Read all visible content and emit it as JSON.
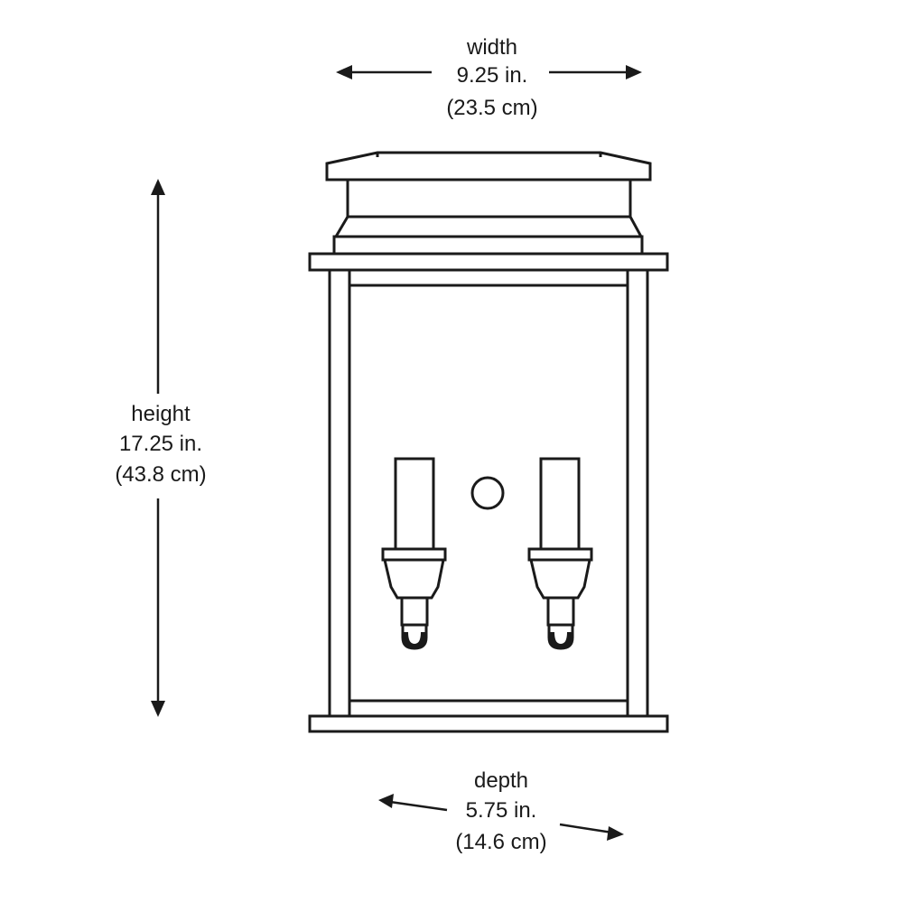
{
  "dimensions": {
    "width": {
      "label": "width",
      "imperial": "9.25 in.",
      "metric": "(23.5 cm)"
    },
    "height": {
      "label": "height",
      "imperial": "17.25 in.",
      "metric": "(43.8 cm)"
    },
    "depth": {
      "label": "depth",
      "imperial": "5.75 in.",
      "metric": "(14.6 cm)"
    }
  },
  "colors": {
    "line": "#1a1a1a",
    "background": "#ffffff"
  },
  "product_icon": "wall-lantern-two-candle-icon"
}
